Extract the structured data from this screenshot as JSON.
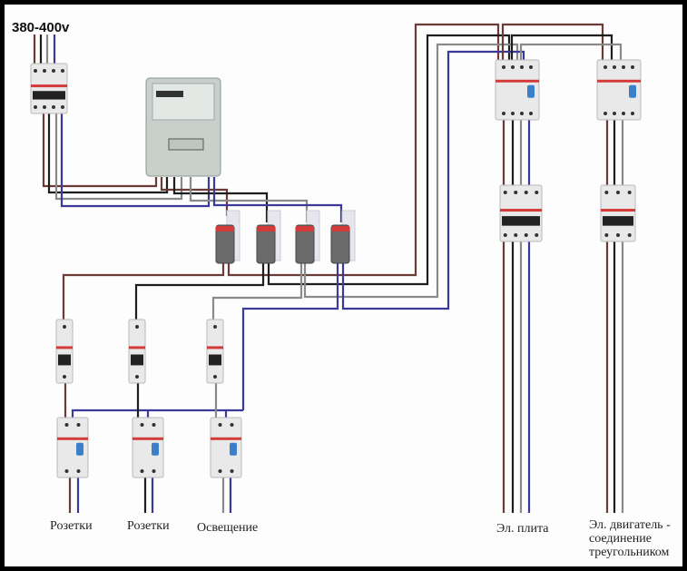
{
  "title": "380-400v",
  "colors": {
    "phase_brown": "#6b3b38",
    "phase_black": "#1e1e1e",
    "phase_gray": "#8a8a8a",
    "neutral_blue": "#3b3a9a",
    "device_body": "#e9e9e9",
    "breaker_stripe": "#d33b3b",
    "rcd_button": "#3a7fc8",
    "meter_body": "#c9cfca"
  },
  "devices": {
    "main_breaker": "4-pole main circuit breaker",
    "meter": "3-phase electricity meter",
    "fuse_modules": [
      "fuse-1",
      "fuse-2",
      "fuse-3",
      "fuse-4"
    ],
    "group_breakers": [
      "breaker-1",
      "breaker-2",
      "breaker-3"
    ],
    "group_rcds": [
      "rcd-1",
      "rcd-2",
      "rcd-3"
    ],
    "stove_rcd": "4-pole RCD",
    "stove_breaker": "4-pole breaker",
    "motor_rcd": "4-pole RCD",
    "motor_breaker": "3-pole breaker"
  },
  "labels": {
    "outlets_1": "Розетки",
    "outlets_2": "Розетки",
    "lighting": "Освещение",
    "stove": "Эл. плита",
    "motor_line1": "Эл. двигатель -",
    "motor_line2": "соединение",
    "motor_line3": "треугольником"
  }
}
